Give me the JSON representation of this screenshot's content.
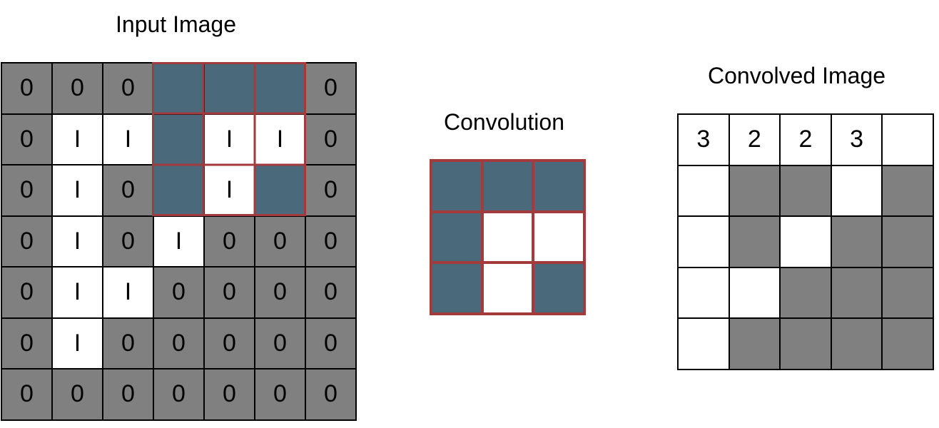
{
  "titles": {
    "input": "Input Image",
    "convolution": "Convolution",
    "output": "Convolved Image"
  },
  "colors": {
    "gray": "#808080",
    "white": "#ffffff",
    "teal": "#4a6a7c",
    "red": "#a33a3c",
    "black": "#000000"
  },
  "input_grid": [
    [
      {
        "t": "0",
        "c": "gray"
      },
      {
        "t": "0",
        "c": "gray"
      },
      {
        "t": "0",
        "c": "gray"
      },
      {
        "t": "",
        "c": "teal"
      },
      {
        "t": "",
        "c": "teal"
      },
      {
        "t": "",
        "c": "teal"
      },
      {
        "t": "0",
        "c": "gray"
      }
    ],
    [
      {
        "t": "0",
        "c": "gray"
      },
      {
        "t": "I",
        "c": "white"
      },
      {
        "t": "I",
        "c": "white"
      },
      {
        "t": "",
        "c": "teal"
      },
      {
        "t": "I",
        "c": "white"
      },
      {
        "t": "I",
        "c": "white"
      },
      {
        "t": "0",
        "c": "gray"
      }
    ],
    [
      {
        "t": "0",
        "c": "gray"
      },
      {
        "t": "I",
        "c": "white"
      },
      {
        "t": "0",
        "c": "gray"
      },
      {
        "t": "",
        "c": "teal"
      },
      {
        "t": "I",
        "c": "white"
      },
      {
        "t": "",
        "c": "teal"
      },
      {
        "t": "0",
        "c": "gray"
      }
    ],
    [
      {
        "t": "0",
        "c": "gray"
      },
      {
        "t": "I",
        "c": "white"
      },
      {
        "t": "0",
        "c": "gray"
      },
      {
        "t": "I",
        "c": "white"
      },
      {
        "t": "0",
        "c": "gray"
      },
      {
        "t": "0",
        "c": "gray"
      },
      {
        "t": "0",
        "c": "gray"
      }
    ],
    [
      {
        "t": "0",
        "c": "gray"
      },
      {
        "t": "I",
        "c": "white"
      },
      {
        "t": "I",
        "c": "white"
      },
      {
        "t": "0",
        "c": "gray"
      },
      {
        "t": "0",
        "c": "gray"
      },
      {
        "t": "0",
        "c": "gray"
      },
      {
        "t": "0",
        "c": "gray"
      }
    ],
    [
      {
        "t": "0",
        "c": "gray"
      },
      {
        "t": "I",
        "c": "white"
      },
      {
        "t": "0",
        "c": "gray"
      },
      {
        "t": "0",
        "c": "gray"
      },
      {
        "t": "0",
        "c": "gray"
      },
      {
        "t": "0",
        "c": "gray"
      },
      {
        "t": "0",
        "c": "gray"
      }
    ],
    [
      {
        "t": "0",
        "c": "gray"
      },
      {
        "t": "0",
        "c": "gray"
      },
      {
        "t": "0",
        "c": "gray"
      },
      {
        "t": "0",
        "c": "gray"
      },
      {
        "t": "0",
        "c": "gray"
      },
      {
        "t": "0",
        "c": "gray"
      },
      {
        "t": "0",
        "c": "gray"
      }
    ]
  ],
  "kernel_grid": [
    [
      {
        "t": "",
        "c": "teal"
      },
      {
        "t": "",
        "c": "teal"
      },
      {
        "t": "",
        "c": "teal"
      }
    ],
    [
      {
        "t": "",
        "c": "teal"
      },
      {
        "t": "",
        "c": "white"
      },
      {
        "t": "",
        "c": "white"
      }
    ],
    [
      {
        "t": "",
        "c": "teal"
      },
      {
        "t": "",
        "c": "white"
      },
      {
        "t": "",
        "c": "teal"
      }
    ]
  ],
  "output_grid": [
    [
      {
        "t": "3",
        "c": "white"
      },
      {
        "t": "2",
        "c": "white"
      },
      {
        "t": "2",
        "c": "white"
      },
      {
        "t": "3",
        "c": "white"
      },
      {
        "t": "",
        "c": "white"
      }
    ],
    [
      {
        "t": "",
        "c": "white"
      },
      {
        "t": "",
        "c": "gray"
      },
      {
        "t": "",
        "c": "gray"
      },
      {
        "t": "",
        "c": "white"
      },
      {
        "t": "",
        "c": "gray"
      }
    ],
    [
      {
        "t": "",
        "c": "white"
      },
      {
        "t": "",
        "c": "gray"
      },
      {
        "t": "",
        "c": "white"
      },
      {
        "t": "",
        "c": "gray"
      },
      {
        "t": "",
        "c": "gray"
      }
    ],
    [
      {
        "t": "",
        "c": "white"
      },
      {
        "t": "",
        "c": "white"
      },
      {
        "t": "",
        "c": "gray"
      },
      {
        "t": "",
        "c": "gray"
      },
      {
        "t": "",
        "c": "gray"
      }
    ],
    [
      {
        "t": "",
        "c": "white"
      },
      {
        "t": "",
        "c": "gray"
      },
      {
        "t": "",
        "c": "gray"
      },
      {
        "t": "",
        "c": "gray"
      },
      {
        "t": "",
        "c": "gray"
      }
    ]
  ]
}
